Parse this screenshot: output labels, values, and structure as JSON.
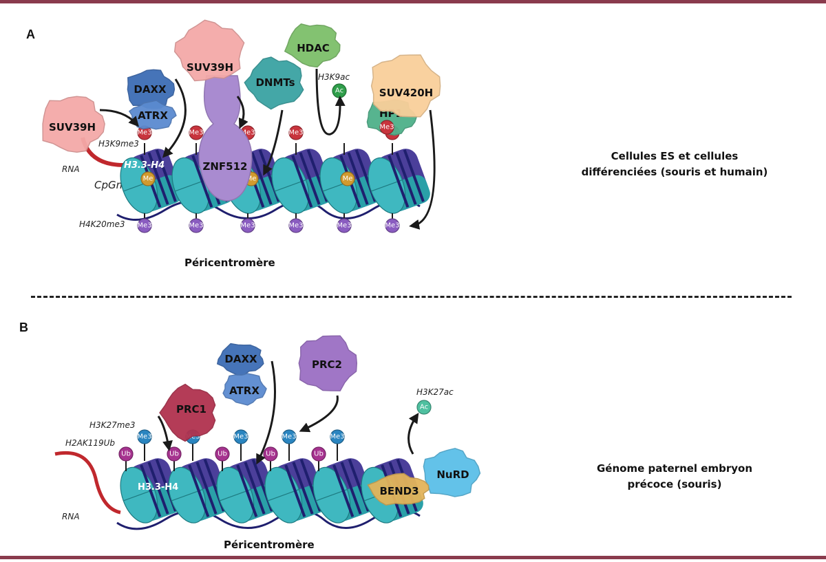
{
  "panels": [
    {
      "id": "A",
      "letter": "A",
      "caption_line1": "Cellules ES et cellules",
      "caption_line2": "différenciées (souris et humain)",
      "region_label": "Péricentromère",
      "histone_label": "H3.3-H4",
      "labels": {
        "rna": "RNA",
        "cpg": "CpGme",
        "top_mark": "H3K9me3",
        "bottom_mark": "H4K20me3",
        "acetyl": "H3K9ac"
      },
      "proteins": [
        {
          "name": "SUV39H",
          "color": "#f4a9a8"
        },
        {
          "name": "DAXX",
          "color": "#3d6db5"
        },
        {
          "name": "ATRX",
          "color": "#5b8bd0"
        },
        {
          "name": "SUV39H",
          "color": "#f4a9a8"
        },
        {
          "name": "ZNF512",
          "color": "#a98bd0"
        },
        {
          "name": "DNMTs",
          "color": "#3aa3a3"
        },
        {
          "name": "HDAC",
          "color": "#7dbf6a"
        },
        {
          "name": "SUV420H",
          "color": "#f9cf9a"
        },
        {
          "name": "HP1",
          "color": "#4fb08a"
        }
      ],
      "top_marks": [
        "Me3",
        "Me3",
        "Me3",
        "Me3",
        "",
        "Me3"
      ],
      "dna_marks": [
        "Me",
        "",
        "Me",
        "",
        "Me",
        ""
      ],
      "bottom_marks": [
        "Me3",
        "Me3",
        "Me3",
        "Me3",
        "Me3",
        "Me3"
      ],
      "acetyl_mark": "Ac"
    },
    {
      "id": "B",
      "letter": "B",
      "caption_line1": "Génome paternel embryon",
      "caption_line2": "précoce (souris)",
      "region_label": "Péricentromère",
      "histone_label": "H3.3-H4",
      "labels": {
        "rna": "RNA",
        "top_mark": "H3K27me3",
        "ub_mark": "H2AK119Ub",
        "acetyl": "H3K27ac"
      },
      "proteins": [
        {
          "name": "PRC1",
          "color": "#b0324f"
        },
        {
          "name": "DAXX",
          "color": "#3d6db5"
        },
        {
          "name": "ATRX",
          "color": "#5b8bd0"
        },
        {
          "name": "PRC2",
          "color": "#9b6fc4"
        },
        {
          "name": "BEND3",
          "color": "#e3b45a"
        },
        {
          "name": "NuRD",
          "color": "#5bbfe8"
        }
      ],
      "top_marks": [
        "Me3",
        "Me3",
        "Me3",
        "Me3",
        "Me3"
      ],
      "ub_marks": [
        "Ub",
        "Ub",
        "Ub",
        "Ub",
        "Ub"
      ],
      "acetyl_mark": "Ac"
    }
  ],
  "colors": {
    "frame": "#8a3b4d",
    "nucleosome_light": "#3fb8c0",
    "nucleosome_dark": "#4b3f9a",
    "dna": "#1f1f6e",
    "rna": "#c0282d",
    "me3_red": "#c8343d",
    "me3_purple": "#8a5cc0",
    "me_gold": "#d19a2e",
    "ac_green": "#2f9e4a",
    "ac_teal": "#4fc0a0",
    "me3_blue": "#2a85c0",
    "ub_magenta": "#a6338f"
  }
}
